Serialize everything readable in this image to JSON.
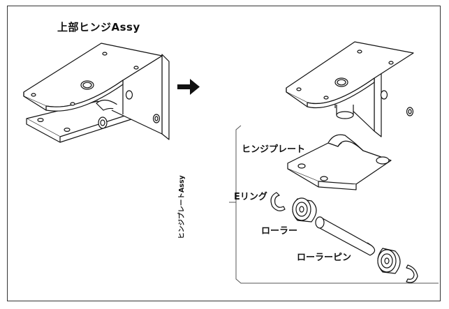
{
  "diagram": {
    "title": "上部ヒンジAssy",
    "labels": {
      "hinge_plate": "ヒンジプレート",
      "e_ring": "Eリング",
      "roller": "ローラー",
      "roller_pin": "ローラーピン",
      "hinge_plate_assy": "ヒンジプレートAssy"
    },
    "arrow_icon": "right-arrow-icon",
    "colors": {
      "line": "#111111",
      "fill": "#ffffff",
      "frame": "#333333"
    }
  }
}
